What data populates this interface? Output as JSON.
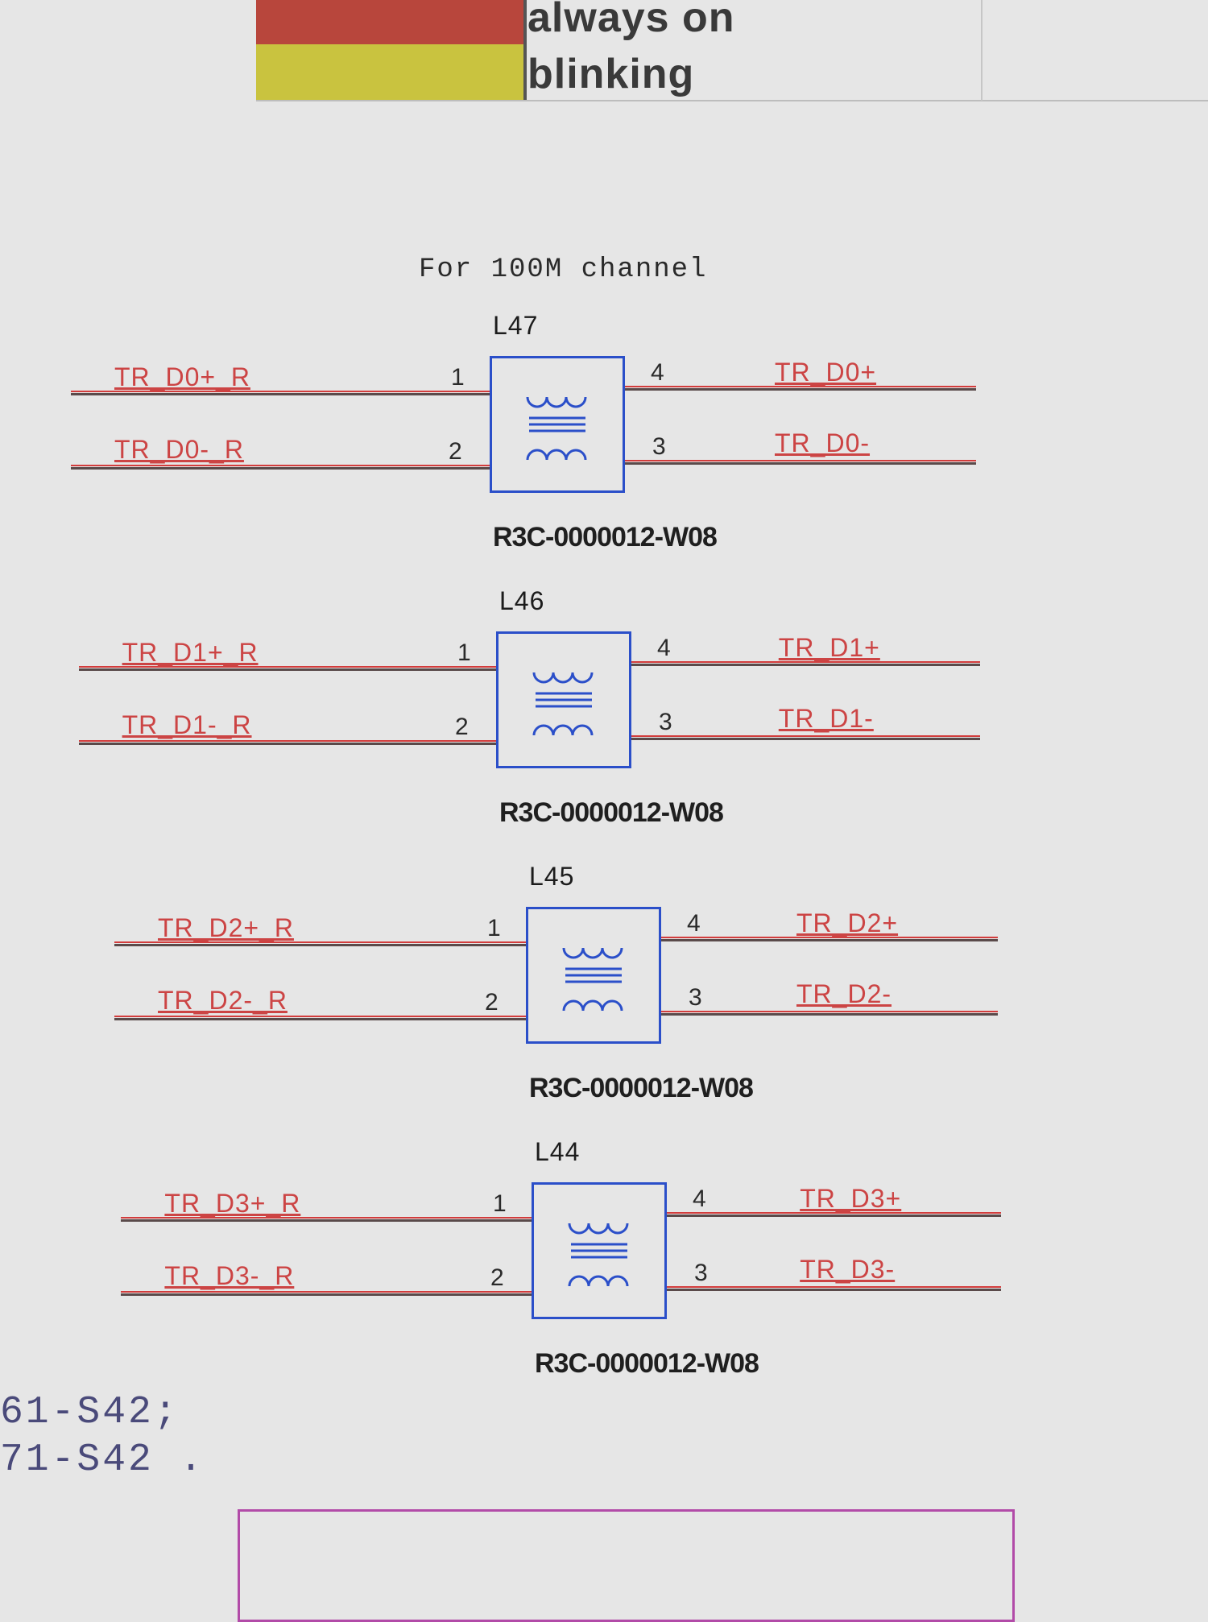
{
  "legend": {
    "rows": [
      {
        "color": "#b8463c",
        "text": "always on"
      },
      {
        "color": "#c9c33f",
        "text": "blinking"
      }
    ]
  },
  "heading": "For 100M channel",
  "transformers": [
    {
      "refdes": "L47",
      "part": "R3C-0000012-W08",
      "pins": {
        "p1": "1",
        "p2": "2",
        "p3": "3",
        "p4": "4"
      },
      "left_nets": [
        "TR_D0+_R",
        "TR_D0-_R"
      ],
      "right_nets": [
        "TR_D0+",
        "TR_D0-"
      ]
    },
    {
      "refdes": "L46",
      "part": "R3C-0000012-W08",
      "pins": {
        "p1": "1",
        "p2": "2",
        "p3": "3",
        "p4": "4"
      },
      "left_nets": [
        "TR_D1+_R",
        "TR_D1-_R"
      ],
      "right_nets": [
        "TR_D1+",
        "TR_D1-"
      ]
    },
    {
      "refdes": "L45",
      "part": "R3C-0000012-W08",
      "pins": {
        "p1": "1",
        "p2": "2",
        "p3": "3",
        "p4": "4"
      },
      "left_nets": [
        "TR_D2+_R",
        "TR_D2-_R"
      ],
      "right_nets": [
        "TR_D2+",
        "TR_D2-"
      ]
    },
    {
      "refdes": "L44",
      "part": "R3C-0000012-W08",
      "pins": {
        "p1": "1",
        "p2": "2",
        "p3": "3",
        "p4": "4"
      },
      "left_nets": [
        "TR_D3+_R",
        "TR_D3-_R"
      ],
      "right_nets": [
        "TR_D3+",
        "TR_D3-"
      ]
    }
  ],
  "notes": [
    "61-S42;",
    "71-S42 ."
  ],
  "colors": {
    "wire": "#d23c3c",
    "net_label": "#cc4444",
    "component_outline": "#2b4fc9",
    "bottom_box": "#b24ba8"
  }
}
